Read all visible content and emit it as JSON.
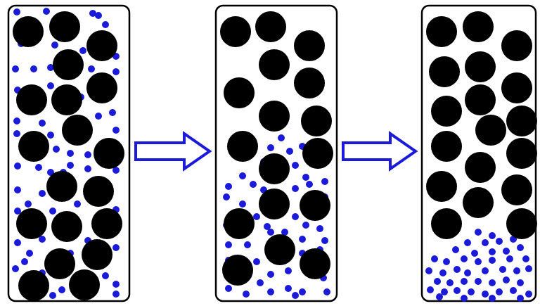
{
  "colors": {
    "background": "#ffffff",
    "container_stroke": "#000000",
    "large_particle": "#000000",
    "small_particle": "#1a1ad8",
    "arrow": "#1a1ad8"
  },
  "panels": [
    {
      "id": "panel-1",
      "state": "mixed"
    },
    {
      "id": "panel-2",
      "state": "partially-settled"
    },
    {
      "id": "panel-3",
      "state": "fully-segregated"
    }
  ],
  "arrows": [
    {
      "from": "panel-1",
      "to": "panel-2",
      "icon": "right-arrow-icon"
    },
    {
      "from": "panel-2",
      "to": "panel-3",
      "icon": "right-arrow-icon"
    }
  ]
}
